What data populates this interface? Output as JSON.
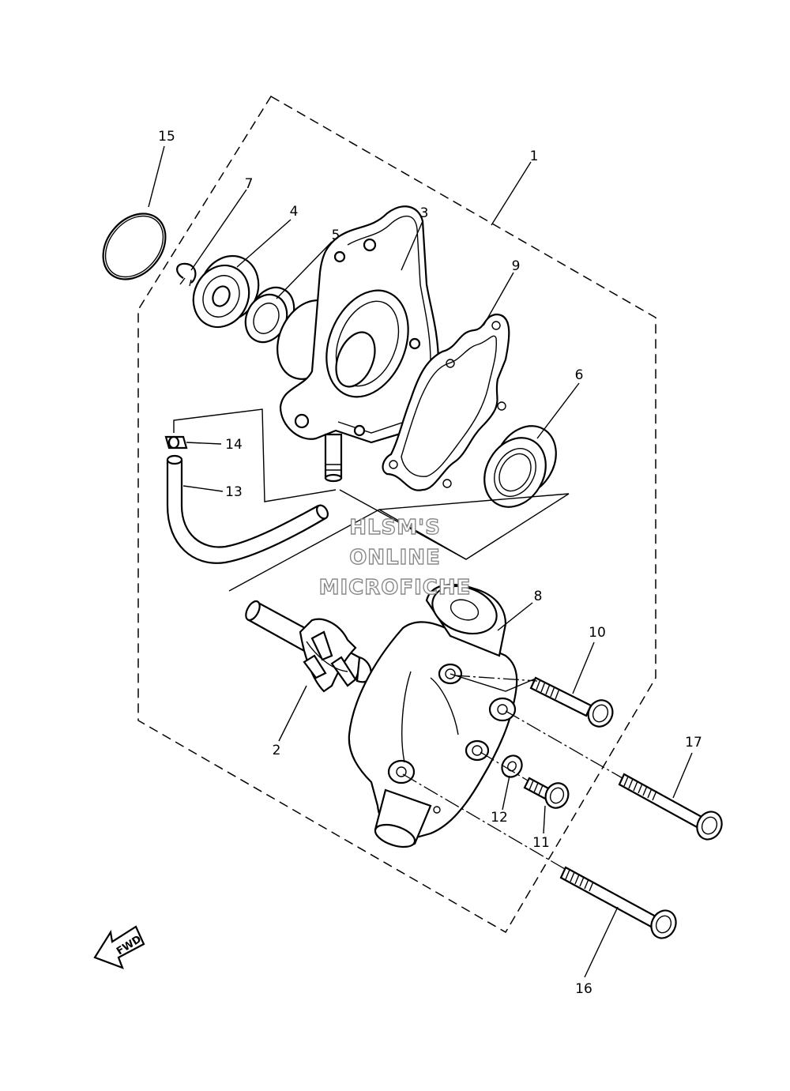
{
  "diagram": {
    "callouts": [
      {
        "id": "1",
        "text": "1"
      },
      {
        "id": "2",
        "text": "2"
      },
      {
        "id": "3",
        "text": "3"
      },
      {
        "id": "4",
        "text": "4"
      },
      {
        "id": "5",
        "text": "5"
      },
      {
        "id": "6",
        "text": "6"
      },
      {
        "id": "7",
        "text": "7"
      },
      {
        "id": "8",
        "text": "8"
      },
      {
        "id": "9",
        "text": "9"
      },
      {
        "id": "10",
        "text": "10"
      },
      {
        "id": "11",
        "text": "11"
      },
      {
        "id": "12",
        "text": "12"
      },
      {
        "id": "13",
        "text": "13"
      },
      {
        "id": "14",
        "text": "14"
      },
      {
        "id": "15",
        "text": "15"
      },
      {
        "id": "16",
        "text": "16"
      },
      {
        "id": "17",
        "text": "17"
      }
    ],
    "watermark": {
      "line1": "HLSM'S",
      "line2": "ONLINE",
      "line3": "MICROFICHE"
    },
    "fwd_label": "FWD"
  }
}
